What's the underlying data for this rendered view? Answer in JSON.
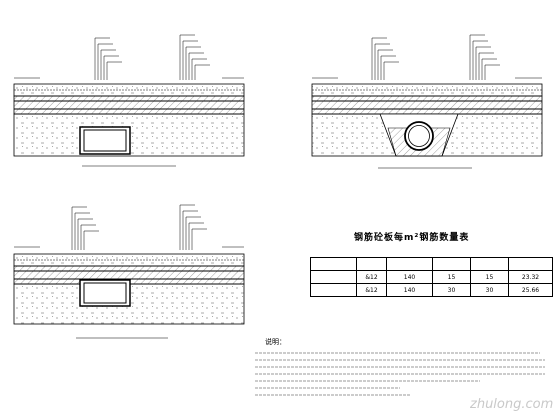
{
  "rebar_table": {
    "title": "钢筋砼板每m²钢筋数量表",
    "headers": [
      "",
      "",
      "",
      "",
      "",
      ""
    ],
    "rows": [
      [
        "",
        "&12",
        "140",
        "15",
        "15",
        "23.32"
      ],
      [
        "",
        "&12",
        "140",
        "30",
        "30",
        "25.66"
      ]
    ]
  },
  "notes": {
    "title": "说明："
  },
  "watermark": "zhulong.com",
  "colors": {
    "line": "#000000",
    "hatch": "#555555",
    "watermark": "#c9c9c9"
  }
}
